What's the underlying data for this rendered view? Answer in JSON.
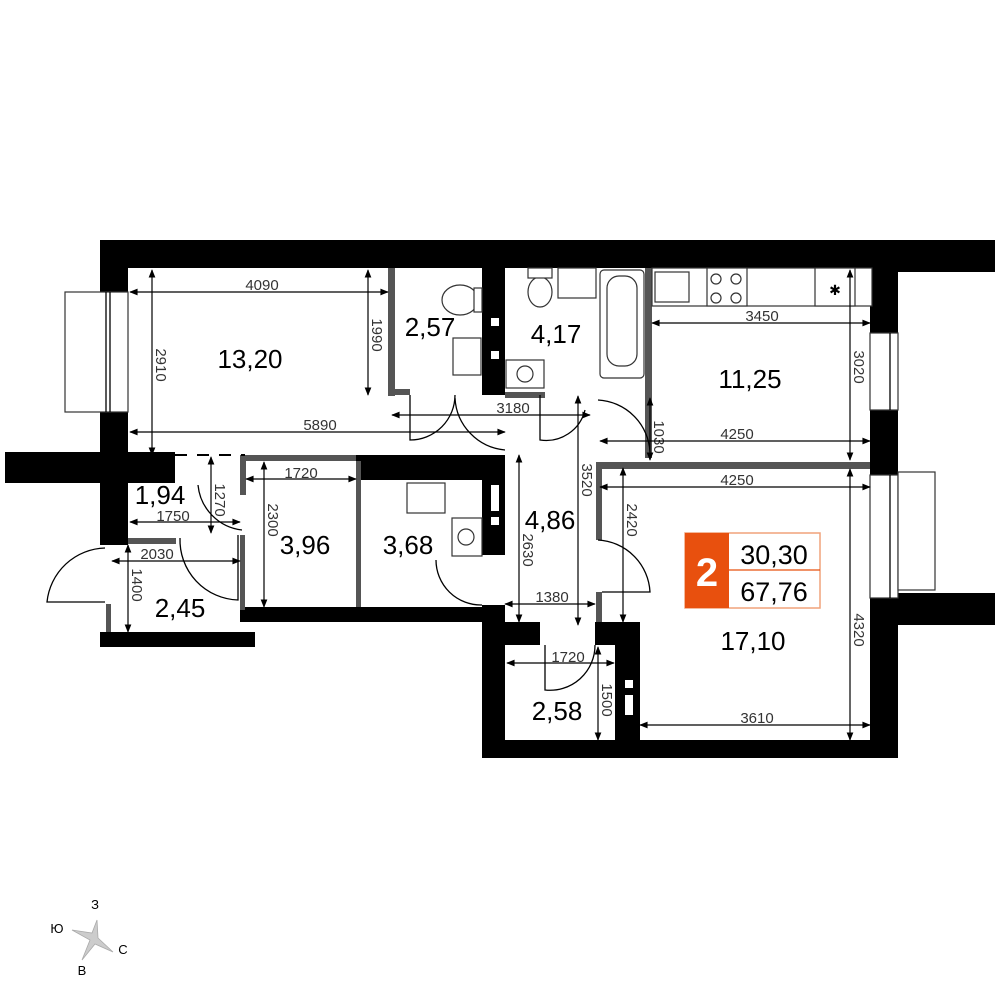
{
  "rooms": {
    "living": "13,20",
    "wc": "2,57",
    "bath": "4,17",
    "kitchen": "11,25",
    "hall": "1,94",
    "storage": "3,96",
    "laundry": "3,68",
    "corridor": "4,86",
    "entry": "2,45",
    "bedroom": "17,10",
    "closet": "2,58"
  },
  "dims": {
    "d4090": "4090",
    "d1990": "1990",
    "d2910": "2910",
    "d5890": "5890",
    "d3180": "3180",
    "d3450": "3450",
    "d3020": "3020",
    "d1030": "1030",
    "d4250a": "4250",
    "d4250b": "4250",
    "d1720a": "1720",
    "d1270": "1270",
    "d1750": "1750",
    "d2300": "2300",
    "d2030": "2030",
    "d1400": "1400",
    "d3520": "3520",
    "d2630": "2630",
    "d2420": "2420",
    "d1380": "1380",
    "d1720b": "1720",
    "d1500": "1500",
    "d4320": "4320",
    "d3610": "3610"
  },
  "badge": {
    "rooms_count": "2",
    "living_area": "30,30",
    "total_area": "67,76",
    "color": "#E8500E"
  },
  "compass": {
    "west": "З",
    "south": "Ю",
    "north": "С",
    "east": "В"
  }
}
